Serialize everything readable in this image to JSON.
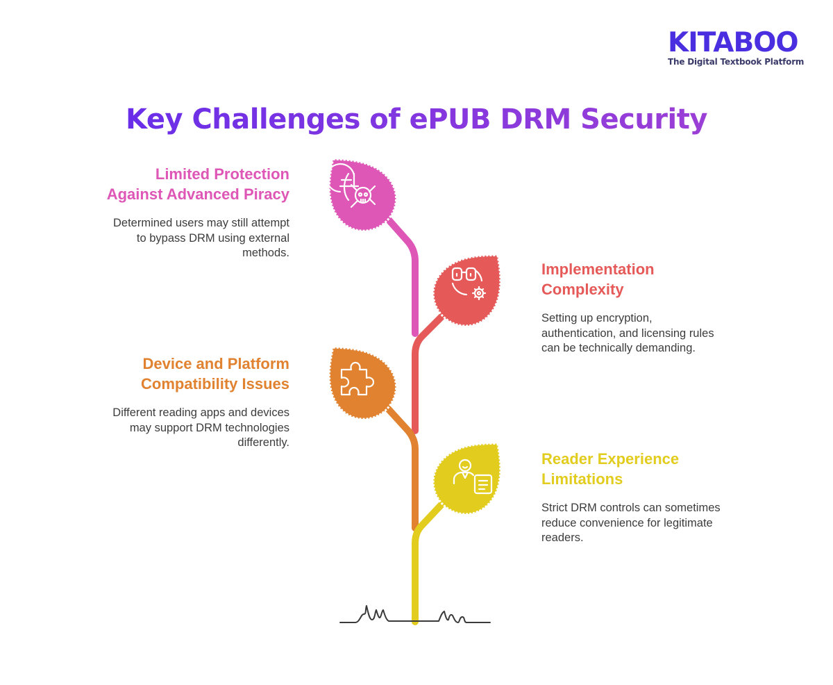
{
  "brand": {
    "name": "KITABOO",
    "tagline": "The Digital Textbook Platform",
    "color": "#4a2fe0"
  },
  "title": {
    "text": "Key Challenges of ePUB DRM Security",
    "gradient": [
      "#6a2ee8",
      "#9b3fd6"
    ]
  },
  "items": [
    {
      "heading_line1": "Limited Protection",
      "heading_line2": "Against Advanced Piracy",
      "desc_line1": "Determined users may still attempt",
      "desc_line2": "to bypass DRM using external",
      "desc_line3": "methods.",
      "color": "#de56b6",
      "icon": "globe-skull-icon"
    },
    {
      "heading_line1": "Implementation",
      "heading_line2": "Complexity",
      "desc_line1": "Setting up encryption,",
      "desc_line2": "authentication, and licensing rules",
      "desc_line3": "can be technically demanding.",
      "color": "#e55a58",
      "icon": "glasses-gear-icon"
    },
    {
      "heading_line1": "Device and Platform",
      "heading_line2": "Compatibility Issues",
      "desc_line1": "Different reading apps and devices",
      "desc_line2": "may support DRM technologies",
      "desc_line3": "differently.",
      "color": "#e0822f",
      "icon": "puzzle-piece-icon"
    },
    {
      "heading_line1": "Reader Experience",
      "heading_line2": "Limitations",
      "desc_line1": "Strict DRM controls can sometimes",
      "desc_line2": "reduce convenience for legitimate",
      "desc_line3": "readers.",
      "color": "#e2cc1e",
      "icon": "person-document-icon"
    }
  ],
  "ground_color": "#3a3a3a"
}
